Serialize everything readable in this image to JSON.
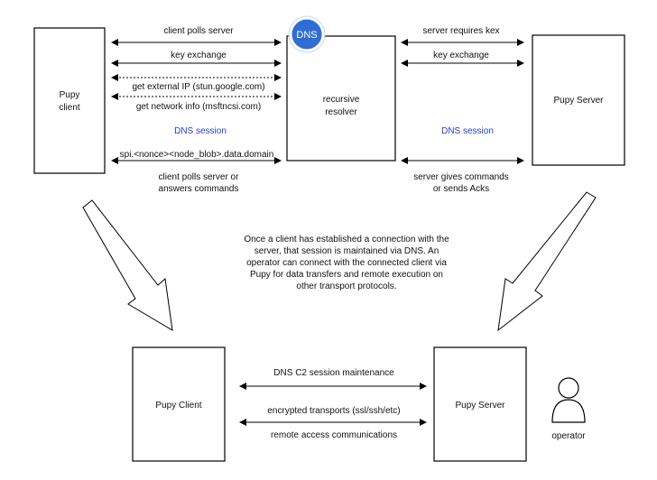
{
  "nodes": {
    "pupy_client_top": [
      "Pupy",
      "client"
    ],
    "resolver": [
      "recursive",
      "resolver"
    ],
    "pupy_server_top": "Pupy Server",
    "pupy_client_bottom": "Pupy Client",
    "pupy_server_bottom": "Pupy Server",
    "dns_badge": "DNS",
    "operator": "operator"
  },
  "left_links": {
    "polls": "client polls server",
    "key_exchange": "key exchange",
    "external_ip": "get external IP (stun.google.com)",
    "network_info": "get network info (msftncsi.com)",
    "dns_session": "DNS session",
    "query": "spi.<nonce><node_blob>.data.domain",
    "polls_answers": [
      "client polls server or",
      "answers commands"
    ]
  },
  "right_links": {
    "requires_kex": "server requires kex",
    "key_exchange": "key exchange",
    "dns_session": "DNS session",
    "commands": [
      "server gives commands",
      "or sends Acks"
    ]
  },
  "note": [
    "Once a client has established a connection with the",
    "server, that session is maintained via DNS. An",
    "operator can connect with the connected client via",
    "Pupy for data transfers and remote execution on",
    "other transport protocols."
  ],
  "bottom_links": {
    "c2": "DNS C2 session maintenance",
    "encrypted": "encrypted transports (ssl/ssh/etc)",
    "remote": "remote access communications"
  },
  "colors": {
    "dns_badge": "#2f6dd6",
    "dns_session_text": "#1f3fd6"
  }
}
